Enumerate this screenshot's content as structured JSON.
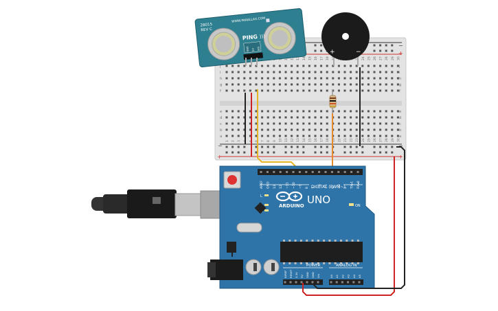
{
  "sensor": {
    "part_number": "28015",
    "revision": "REV C",
    "website": "WWW.PARALLAX.COM",
    "brand": "PING",
    "pin_labels": [
      "GND",
      "5V",
      "SIG"
    ]
  },
  "buzzer": {
    "plus_label": "+",
    "minus_label": "−"
  },
  "breadboard": {
    "row_letters_top": [
      "j",
      "i",
      "h",
      "g",
      "f"
    ],
    "row_letters_bottom": [
      "e",
      "d",
      "c",
      "b",
      "a"
    ],
    "rail_minus": "−",
    "rail_plus": "+",
    "column_numbers": [
      "1",
      "2",
      "3",
      "4",
      "5",
      "6",
      "7",
      "8",
      "9",
      "10",
      "11",
      "12",
      "13",
      "14",
      "15",
      "16",
      "17",
      "18",
      "19",
      "20",
      "21",
      "22",
      "23",
      "24",
      "25",
      "26",
      "27",
      "28",
      "29",
      "30"
    ]
  },
  "arduino": {
    "brand": "ARDUINO",
    "model": "UNO",
    "digital_label": "DIGITAL (PWM~)",
    "digital_pins": [
      "AREF",
      "GND",
      "13",
      "12",
      "~11",
      "~10",
      "~9",
      "8",
      "7",
      "~6",
      "~5",
      "4",
      "~3",
      "2",
      "TX▸1",
      "RX◂0"
    ],
    "power_label": "POWER",
    "analog_label": "ANALOG IN",
    "power_pins": [
      "IOREF",
      "RESET",
      "3.3V",
      "5V",
      "GND",
      "GND",
      "Vin"
    ],
    "analog_pins": [
      "A0",
      "A1",
      "A2",
      "A3",
      "A4",
      "A5"
    ],
    "led_l": "L",
    "led_tx": "TX",
    "led_rx": "RX",
    "led_on": "ON"
  },
  "colors": {
    "arduino_blue": "#2e74a8",
    "sensor_teal": "#2e7f90",
    "breadboard": "#e3e3e3",
    "wire_red": "#cc2222",
    "wire_black": "#222222",
    "wire_yellow": "#e6b422",
    "wire_orange": "#e8892c"
  }
}
